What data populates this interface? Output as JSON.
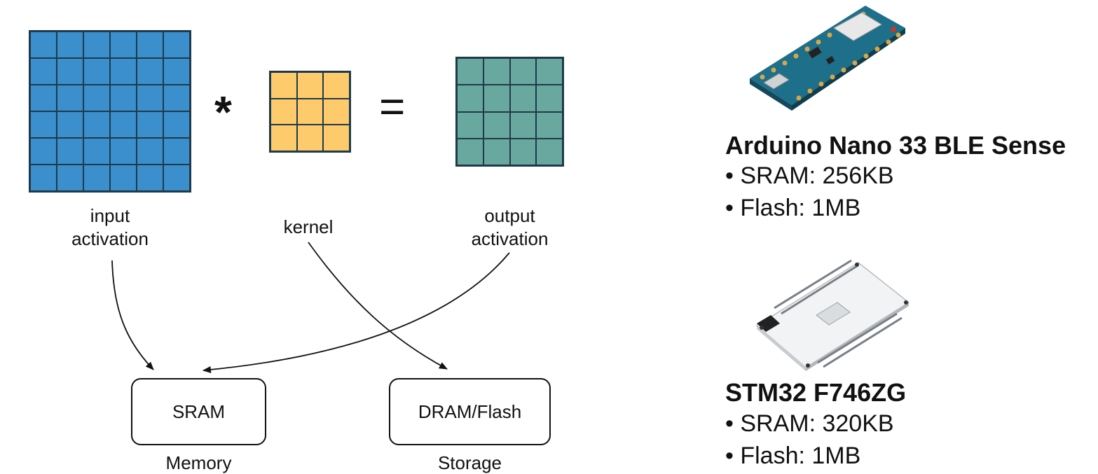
{
  "operators": {
    "convolve": "*",
    "equals": "="
  },
  "labels": {
    "input_line1": "input",
    "input_line2": "activation",
    "kernel": "kernel",
    "output_line1": "output",
    "output_line2": "activation"
  },
  "memory": {
    "sram_box": "SRAM",
    "sram_caption": "Memory",
    "flash_box": "DRAM/Flash",
    "flash_caption": "Storage"
  },
  "devices": [
    {
      "name": "Arduino Nano 33 BLE Sense",
      "specs": [
        "• SRAM: 256KB",
        "• Flash: 1MB"
      ]
    },
    {
      "name": "STM32 F746ZG",
      "specs": [
        "• SRAM: 320KB",
        "• Flash: 1MB"
      ]
    }
  ],
  "colors": {
    "input_fill": "#3a8fcc",
    "kernel_fill": "#fdcb6b",
    "output_fill": "#69a89f",
    "arduino_board": "#1d6f8a",
    "stm32_board": "#f1f3f5"
  },
  "images": [
    "arduino-board-photo",
    "stm32-board-photo"
  ]
}
